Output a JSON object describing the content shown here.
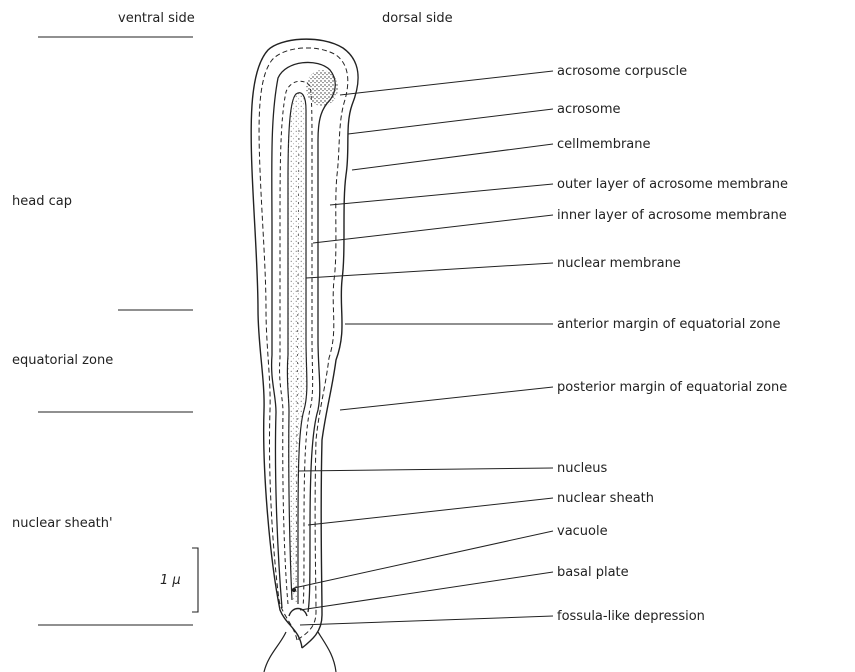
{
  "header": {
    "ventral": "ventral side",
    "dorsal": "dorsal side"
  },
  "zones": {
    "head_cap": "head cap",
    "equatorial_zone": "equatorial zone",
    "nuclear_sheath": "nuclear sheath'"
  },
  "scale_bar": "1 μ",
  "labels": [
    "acrosome corpuscle",
    "acrosome",
    "cellmembrane",
    "outer layer of acrosome membrane",
    "inner layer of acrosome membrane",
    "nuclear membrane",
    "anterior margin of equatorial zone",
    "posterior margin of equatorial zone",
    "nucleus",
    "nuclear sheath",
    "vacuole",
    "basal plate",
    "fossula-like depression"
  ]
}
